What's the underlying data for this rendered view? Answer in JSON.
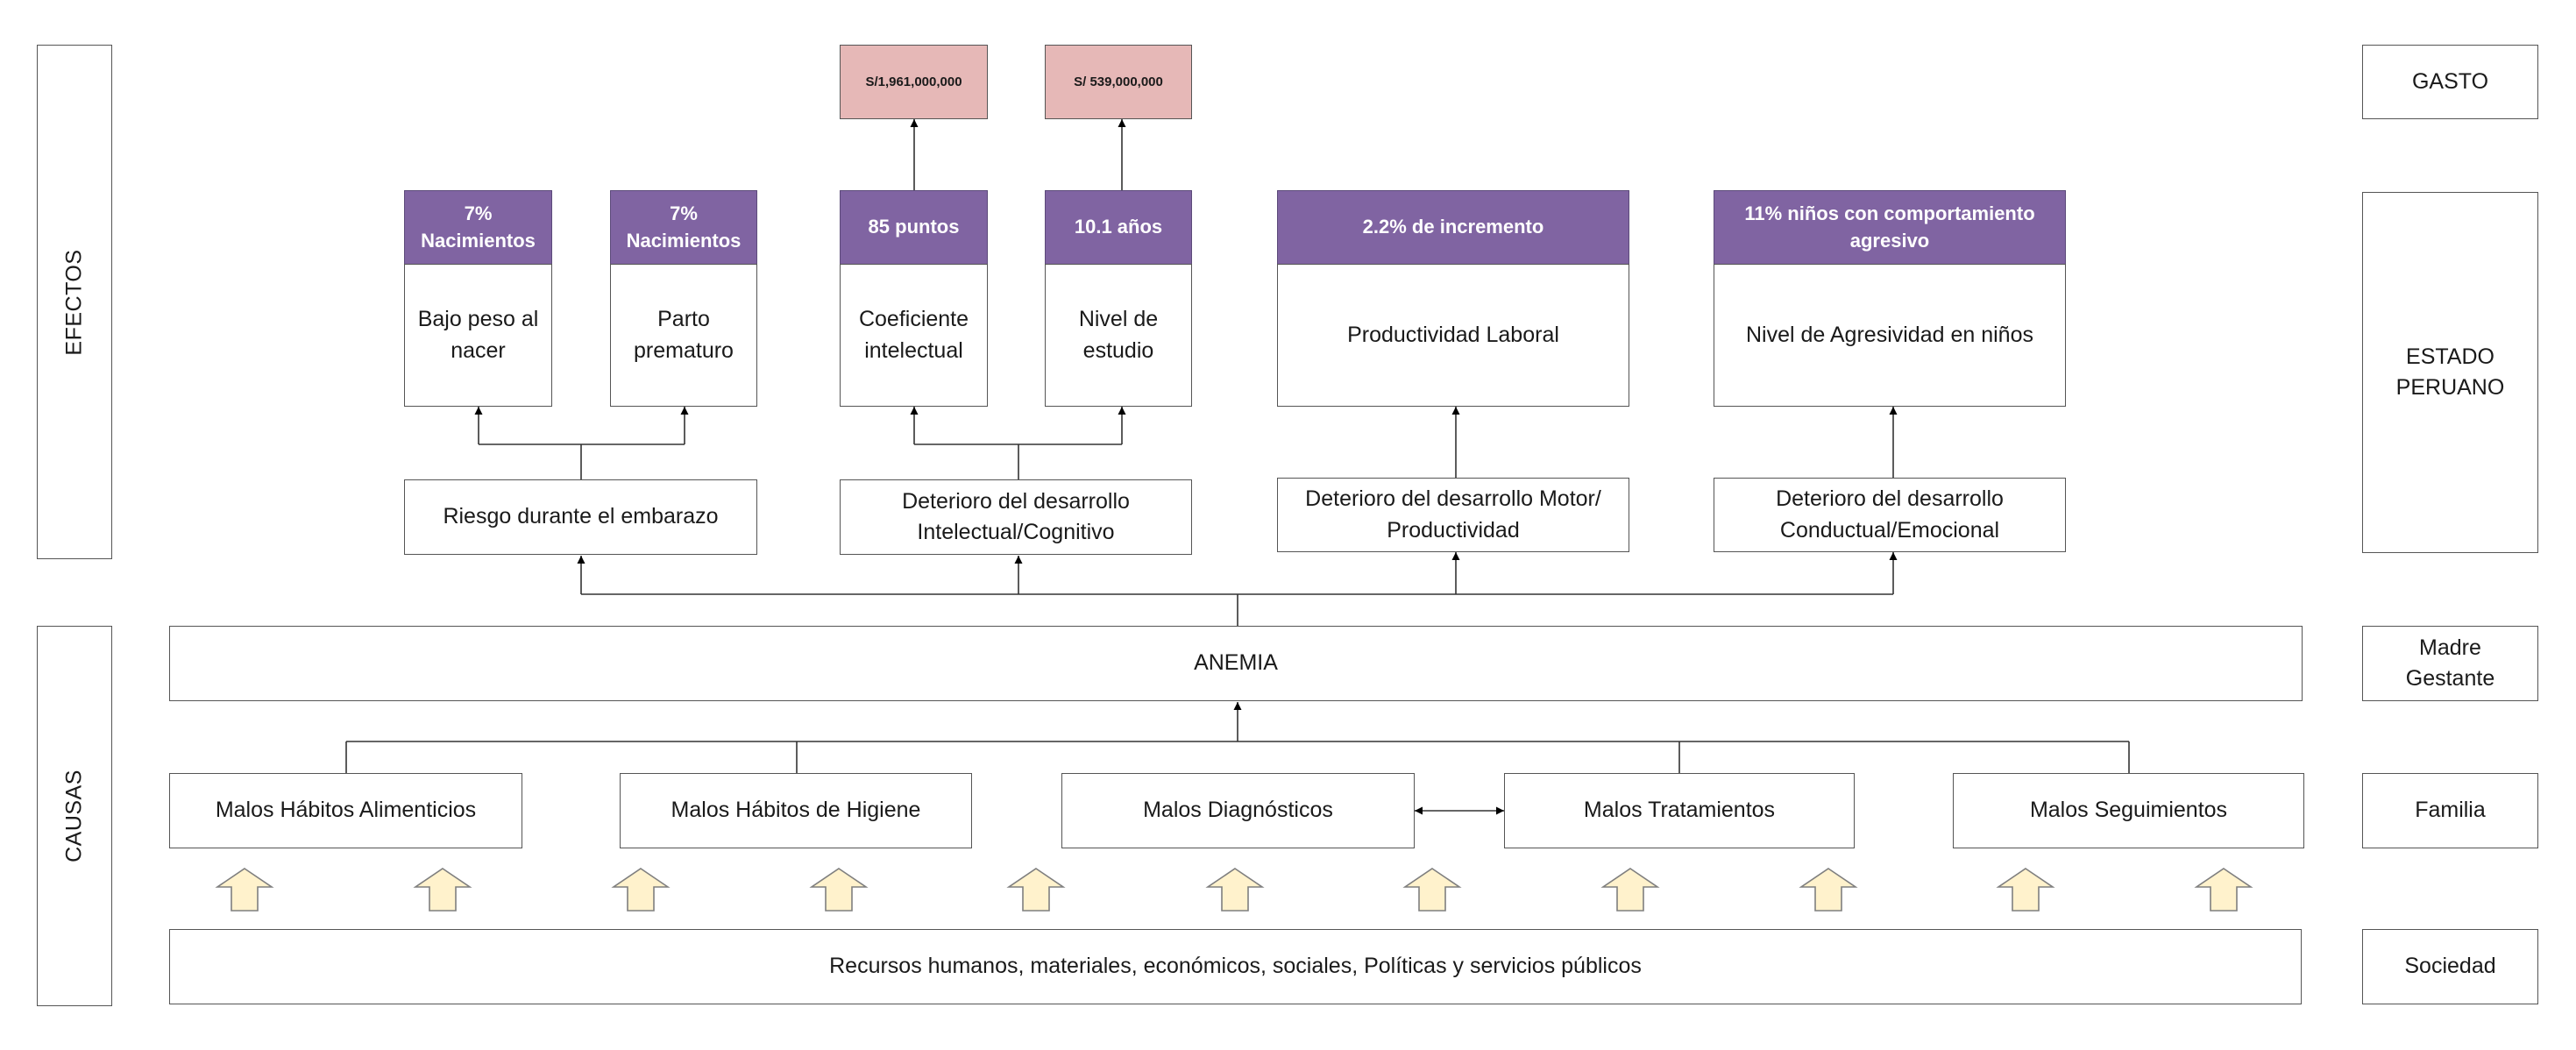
{
  "side_labels": {
    "effects": "EFECTOS",
    "causes": "CAUSAS"
  },
  "right_labels": {
    "gasto": "GASTO",
    "estado": "ESTADO\nPERUANO",
    "madre": "Madre\nGestante",
    "familia": "Familia",
    "sociedad": "Sociedad"
  },
  "costs": [
    "S/1,961,000,000",
    "S/ 539,000,000"
  ],
  "indicators": [
    "7%\nNacimientos",
    "7%\nNacimientos",
    "85 puntos",
    "10.1 años",
    "2.2% de incremento",
    "11% niños con comportamiento\nagresivo"
  ],
  "effects": [
    "Bajo peso al\nnacer",
    "Parto\nprematuro",
    "Coeficiente\nintelectual",
    "Nivel de\nestudio",
    "Productividad Laboral",
    "Nivel de Agresividad en niños"
  ],
  "deterioros": [
    "Riesgo durante el embarazo",
    "Deterioro del desarrollo\nIntelectual/Cognitivo",
    "Deterioro del desarrollo Motor/\nProductividad",
    "Deterioro del desarrollo\nConductual/Emocional"
  ],
  "center": "ANEMIA",
  "causes": [
    "Malos Hábitos Alimenticios",
    "Malos Hábitos de Higiene",
    "Malos Diagnósticos",
    "Malos Tratamientos",
    "Malos Seguimientos"
  ],
  "foundation": "Recursos humanos, materiales, económicos, sociales, Políticas y servicios públicos",
  "colors": {
    "purple": "#8064a2",
    "pink": "#e6b8b7",
    "arrow_fill": "#fff2cc"
  }
}
